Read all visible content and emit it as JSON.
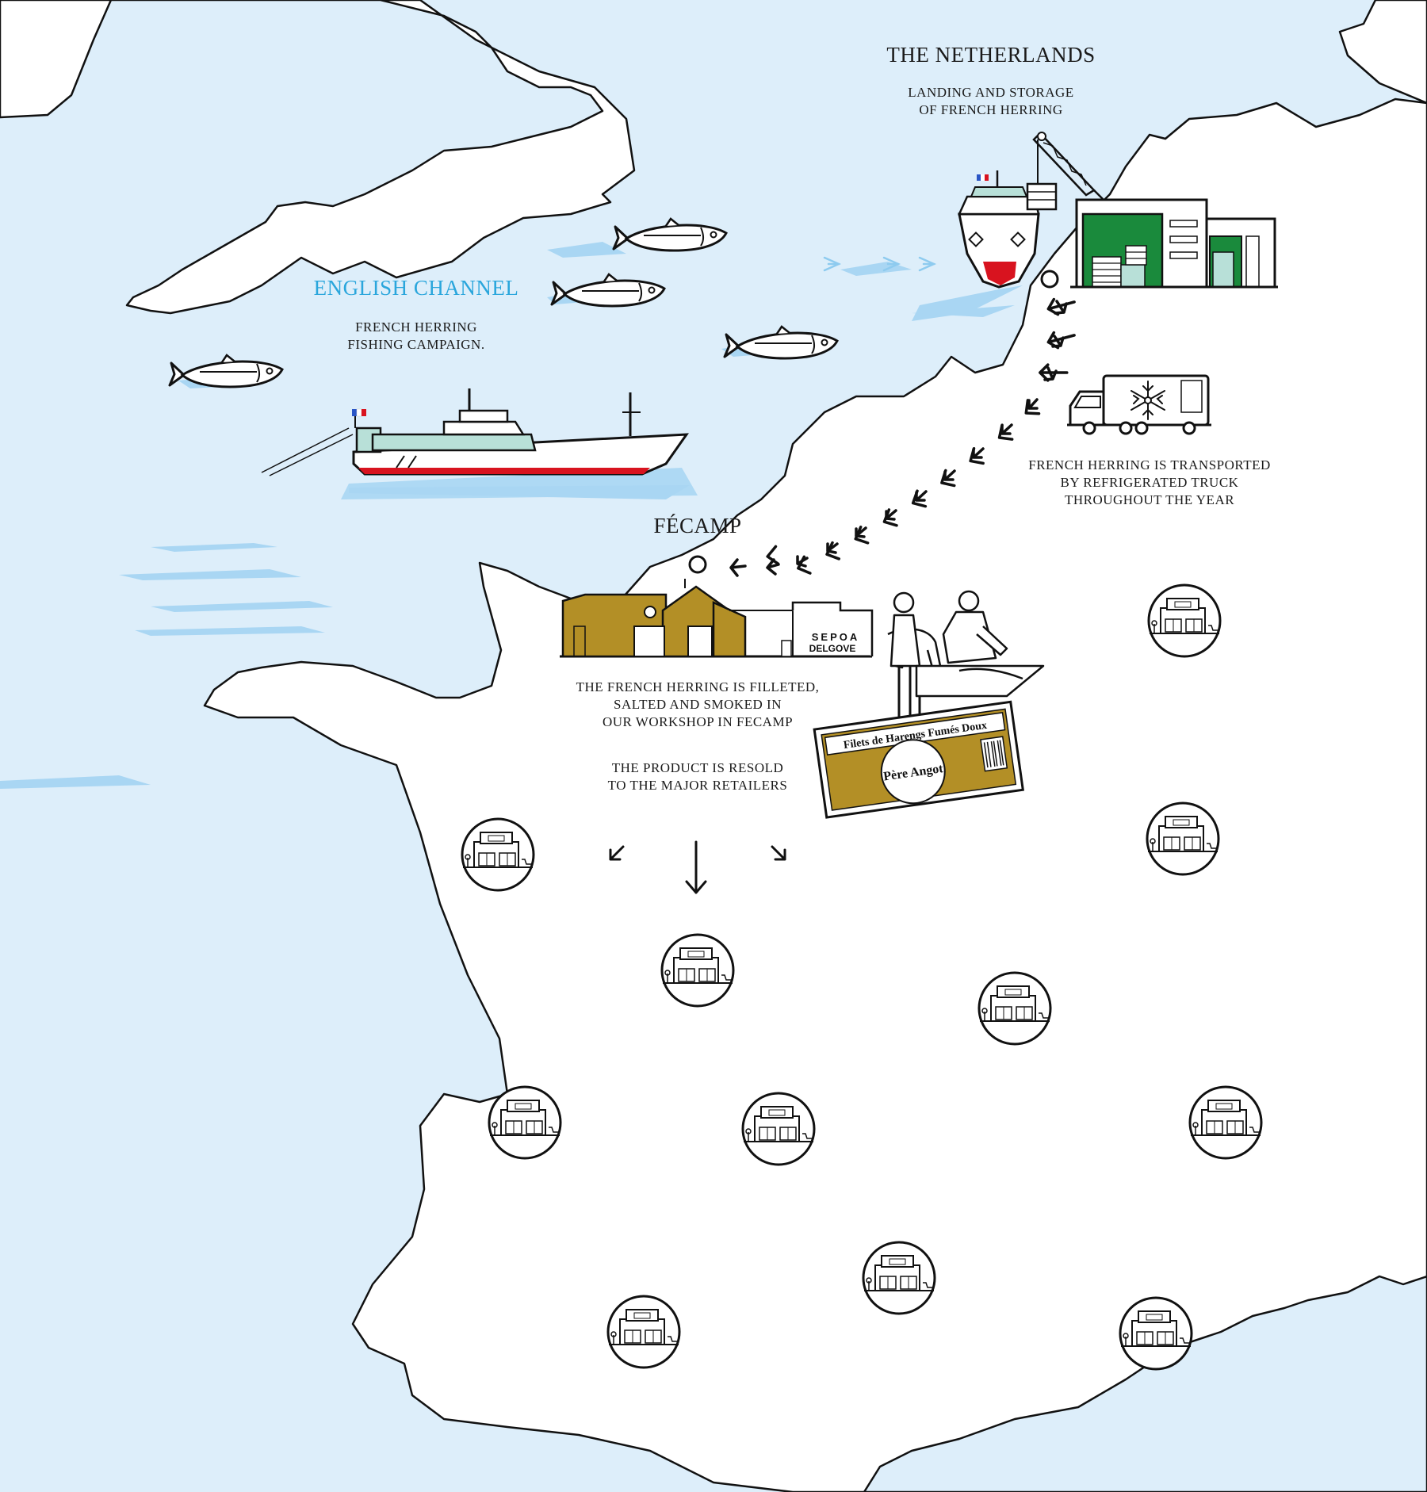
{
  "labels": {
    "netherlands": "THE NETHERLANDS",
    "landing": "LANDING AND STORAGE\nOF FRENCH HERRING",
    "channel": "ENGLISH CHANNEL",
    "fishing": "FRENCH HERRING\nFISHING CAMPAIGN.",
    "truck": "FRENCH HERRING IS TRANSPORTED\nBY REFRIGERATED TRUCK\nTHROUGHOUT THE YEAR",
    "fecamp": "FÉCAMP",
    "filleted": "THE FRENCH HERRING IS FILLETED,\nSALTED AND SMOKED IN\nOUR WORKSHOP IN FECAMP",
    "resold": "THE PRODUCT IS RESOLD\nTO THE MAJOR RETAILERS"
  },
  "factory": {
    "sign_top": "SEPOA",
    "sign_bottom": "DELGOVE"
  },
  "package": {
    "title": "Filets de Harengs Fumés Doux",
    "brand": "Père Angot"
  },
  "colors": {
    "sea": "#ddeefa",
    "land": "#ffffff",
    "accent_blue": "#2aa6dc",
    "factory_gold": "#b38f26",
    "warehouse_green": "#1a8a3c",
    "hull_red": "#d8131f",
    "trawler_mint": "#b8e0d8"
  },
  "icons": [
    "herring-fish-icon",
    "trawler-icon",
    "cargo-ship-icon",
    "crane-icon",
    "warehouse-icon",
    "refrigerated-truck-icon",
    "snowflake-icon",
    "factory-icon",
    "workers-icon",
    "product-package-icon",
    "retail-store-icon"
  ]
}
